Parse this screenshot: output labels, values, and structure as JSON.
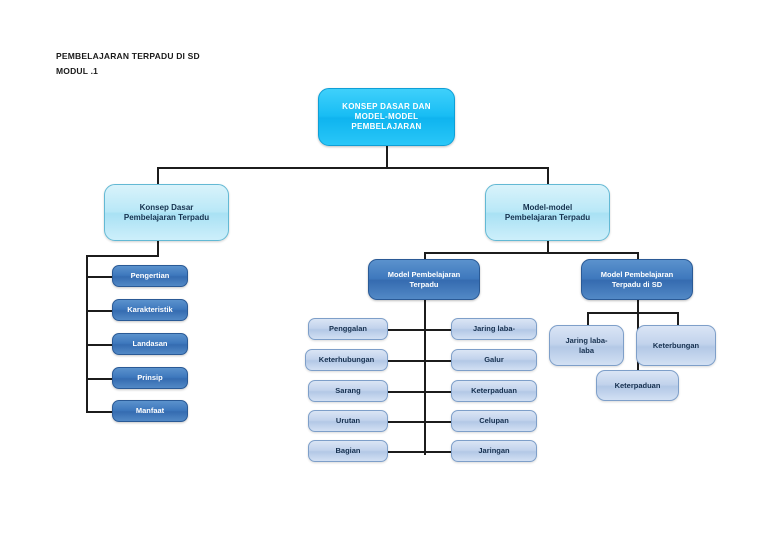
{
  "header": {
    "line1": "PEMBELAJARAN TERPADU DI SD",
    "line2": "MODUL .1"
  },
  "diagram": {
    "type": "tree-diagram",
    "colors": {
      "root": "#29c7f8",
      "level2": "#b9e8f7",
      "branch": "#3e78bd",
      "pill": "#3e78bd",
      "leaf": "#c2d3ec",
      "connector": "#1c1c1c"
    },
    "root": {
      "line1": "KONSEP DASAR DAN",
      "line2": "MODEL-MODEL",
      "line3": "PEMBELAJARAN"
    },
    "level2": [
      {
        "line1": "Konsep Dasar",
        "line2": "Pembelajaran Terpadu"
      },
      {
        "line1": "Model-model",
        "line2": "Pembelajaran Terpadu"
      }
    ],
    "konsep_dasar_items": [
      {
        "label": "Pengertian"
      },
      {
        "label": "Karakteristik"
      },
      {
        "label": "Landasan"
      },
      {
        "label": "Prinsip"
      },
      {
        "label": "Manfaat"
      }
    ],
    "branch_model_terpadu": {
      "line1": "Model Pembelajaran",
      "line2": "Terpadu"
    },
    "model_terpadu_left": [
      {
        "label": "Penggalan"
      },
      {
        "label": "Keterhubungan"
      },
      {
        "label": "Sarang"
      },
      {
        "label": "Urutan"
      },
      {
        "label": "Bagian"
      }
    ],
    "model_terpadu_right": [
      {
        "label": "Jaring laba-"
      },
      {
        "label": "Galur"
      },
      {
        "label": "Keterpaduan"
      },
      {
        "label": "Celupan"
      },
      {
        "label": "Jaringan"
      }
    ],
    "branch_model_sd": {
      "line1": "Model Pembelajaran",
      "line2": "Terpadu di SD"
    },
    "model_sd_items": [
      {
        "line1": "Jaring laba-",
        "line2": "laba"
      },
      {
        "line1": "Keterbungan",
        "line2": ""
      },
      {
        "line1": "Keterpaduan",
        "line2": ""
      }
    ]
  }
}
